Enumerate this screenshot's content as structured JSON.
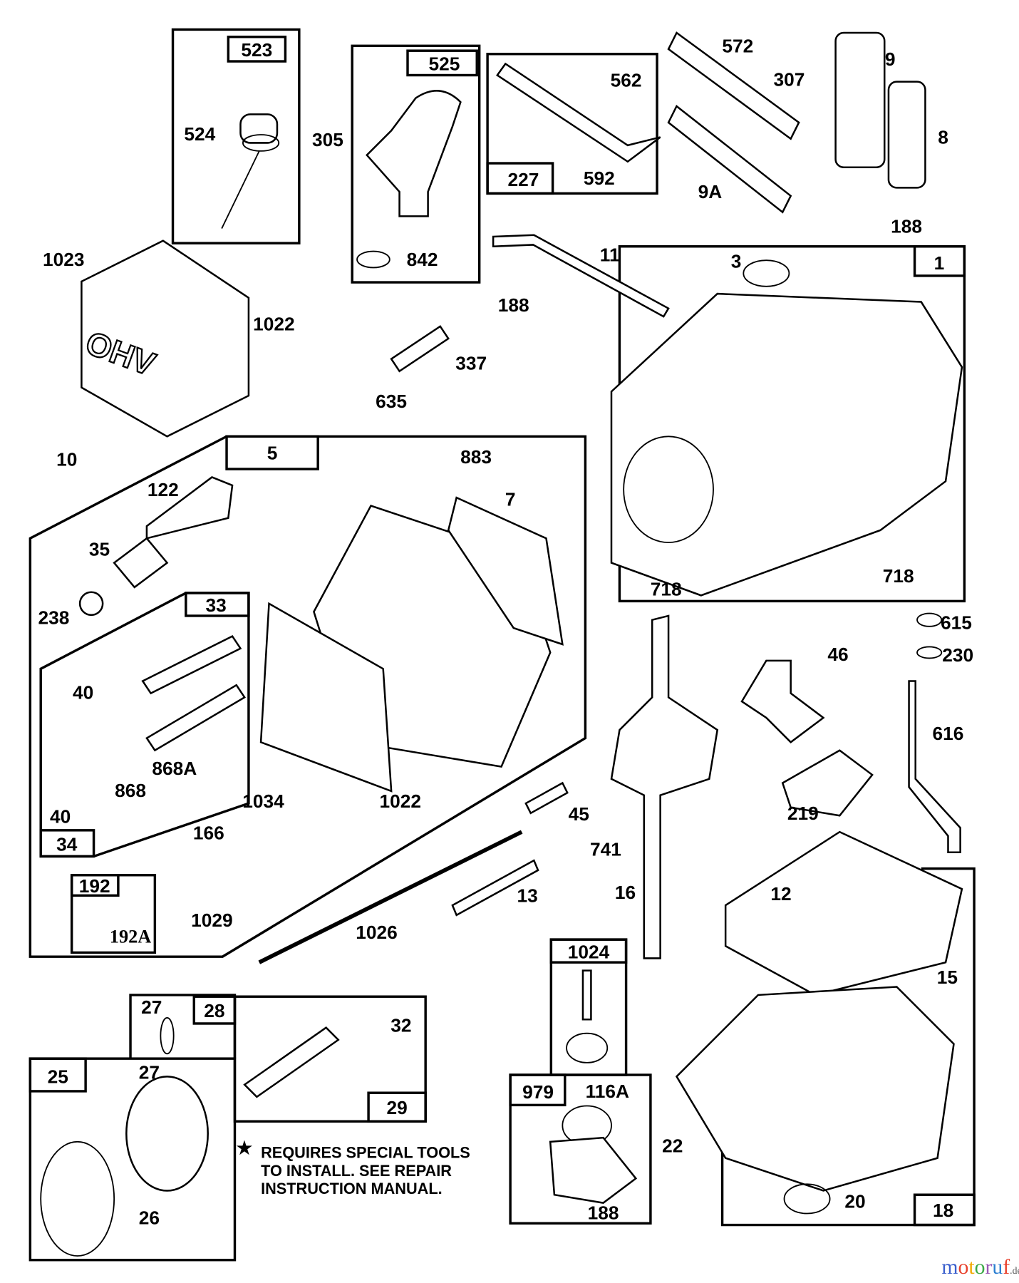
{
  "labels": [
    "523",
    "525",
    "227",
    "1",
    "5",
    "33",
    "34",
    "192",
    "28",
    "29",
    "25",
    "1024",
    "979",
    "18",
    "524",
    "305",
    "562",
    "592",
    "572",
    "307",
    "9",
    "8",
    "9A",
    "188",
    "842",
    "11",
    "188",
    "1023",
    "1022",
    "3",
    "337",
    "635",
    "10",
    "883",
    "122",
    "7",
    "35",
    "238",
    "718",
    "718",
    "615",
    "230",
    "46",
    "40",
    "616",
    "868A",
    "868",
    "40",
    "1034",
    "1022",
    "45",
    "219",
    "166",
    "741",
    "12",
    "13",
    "16",
    "192A",
    "1029",
    "1026",
    "15",
    "27",
    "32",
    "27",
    "116A",
    "22",
    "20",
    "188",
    "26"
  ],
  "note": {
    "star": "★",
    "lines": [
      "REQUIRES SPECIAL TOOLS",
      "TO INSTALL.  SEE REPAIR",
      "INSTRUCTION MANUAL."
    ]
  },
  "logo": {
    "text": "motoruf",
    "suffix": ".de",
    "colors": [
      "#3a5fcd",
      "#e8412c",
      "#f2a900",
      "#3aa845",
      "#9b59b6",
      "#2c7fd1",
      "#e8412c"
    ]
  },
  "cover_lettering": "OHV"
}
